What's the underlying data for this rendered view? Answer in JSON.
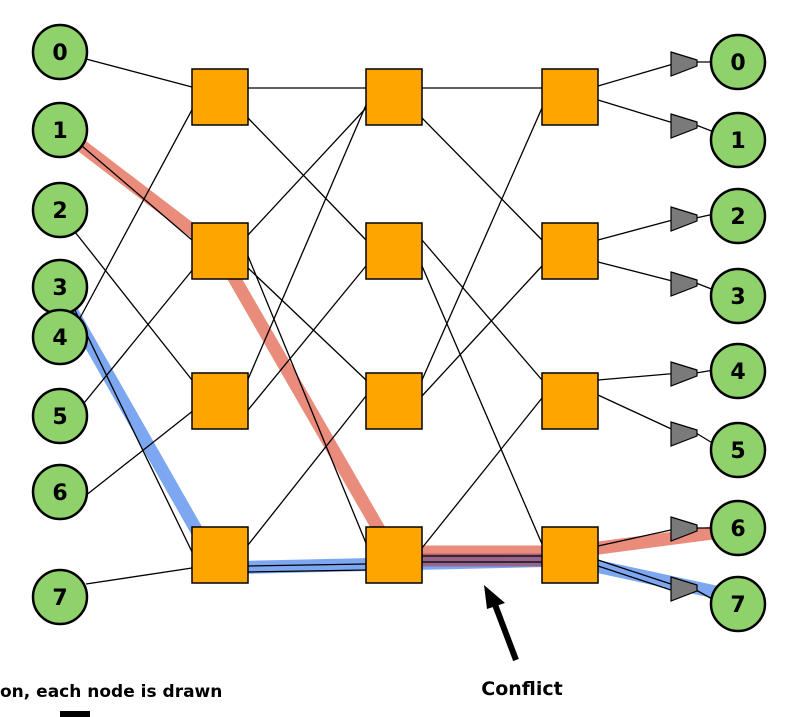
{
  "inputs": [
    {
      "label": "0"
    },
    {
      "label": "1"
    },
    {
      "label": "2"
    },
    {
      "label": "3"
    },
    {
      "label": "4"
    },
    {
      "label": "5"
    },
    {
      "label": "6"
    },
    {
      "label": "7"
    }
  ],
  "outputs": [
    {
      "label": "0"
    },
    {
      "label": "1"
    },
    {
      "label": "2"
    },
    {
      "label": "3"
    },
    {
      "label": "4"
    },
    {
      "label": "5"
    },
    {
      "label": "6"
    },
    {
      "label": "7"
    }
  ],
  "conflict_label": "Conflict",
  "caption_fragment": "on, each node is drawn",
  "colors": {
    "node_fill": "#8fd16a",
    "switch_fill": "#ffa500",
    "demux_fill": "#7a7a7a",
    "path_red": "#e8806e",
    "path_blue": "#6f9ff0",
    "conflict_overlap": "#a0506a"
  }
}
